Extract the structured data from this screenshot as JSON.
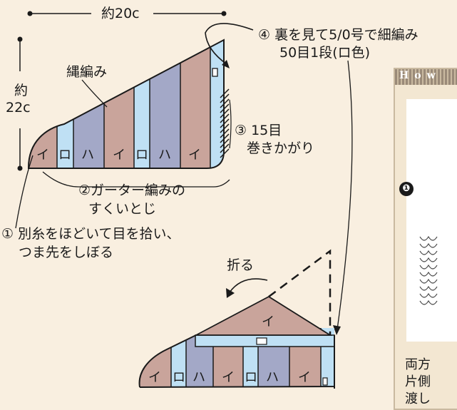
{
  "diagram": {
    "colors": {
      "background": "#f9efe0",
      "pink": "#c9a49b",
      "blue_gray": "#a3a8c7",
      "light_blue": "#bfe0f4",
      "outline": "#1a1a1a"
    },
    "dim_width": "約20c",
    "dim_height_line1": "約",
    "dim_height_line2": "22c",
    "cable_label": "縄編み",
    "step4_line1": "④ 裏を見て5/0号で細編み",
    "step4_line2": "50目1段(ロ色)",
    "step3_line1": "③ 15目",
    "step3_line2": "巻きかがり",
    "step2_line1": "②ガーター編みの",
    "step2_line2": "すくいとじ",
    "step1_line1": "① 別糸をほどいて目を拾い、",
    "step1_line2": "つま先をしぼる",
    "fold_label": "折る",
    "stripe_labels": [
      "イ",
      "ロ",
      "ハ",
      "イ",
      "ロ",
      "ハ",
      "イ"
    ],
    "small_stripe_label": "ロ",
    "top_flap_label": "イ",
    "flap_band_label": "ロ"
  },
  "howto": {
    "title": "How",
    "step_number": "❶",
    "text_line1": "両方",
    "text_line2": "片側",
    "text_line3": "渡し"
  }
}
